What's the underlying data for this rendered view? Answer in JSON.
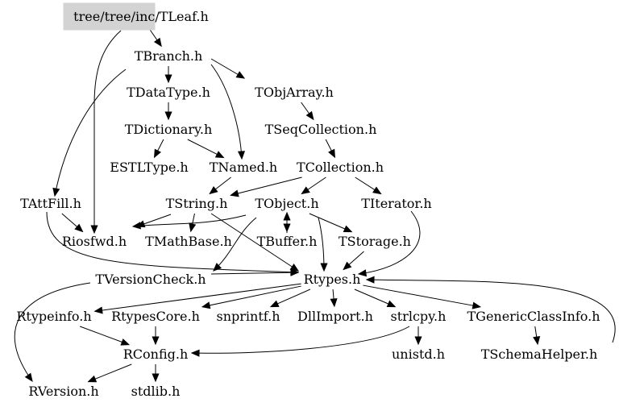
{
  "graph": {
    "root": "tree/tree/inc/TLeaf.h",
    "root_fill": "#d3d3d3",
    "nodes": [
      {
        "id": "tleaf",
        "label": "tree/tree/inc/TLeaf.h"
      },
      {
        "id": "tbranch",
        "label": "TBranch.h"
      },
      {
        "id": "tdatatype",
        "label": "TDataType.h"
      },
      {
        "id": "tobjarray",
        "label": "TObjArray.h"
      },
      {
        "id": "tdictionary",
        "label": "TDictionary.h"
      },
      {
        "id": "tseqcollection",
        "label": "TSeqCollection.h"
      },
      {
        "id": "estltype",
        "label": "ESTLType.h"
      },
      {
        "id": "tnamed",
        "label": "TNamed.h"
      },
      {
        "id": "tcollection",
        "label": "TCollection.h"
      },
      {
        "id": "tattfill",
        "label": "TAttFill.h"
      },
      {
        "id": "tstring",
        "label": "TString.h"
      },
      {
        "id": "tobject",
        "label": "TObject.h"
      },
      {
        "id": "titerator",
        "label": "TIterator.h"
      },
      {
        "id": "riosfwd",
        "label": "Riosfwd.h"
      },
      {
        "id": "tmathbase",
        "label": "TMathBase.h"
      },
      {
        "id": "tbuffer",
        "label": "TBuffer.h"
      },
      {
        "id": "tstorage",
        "label": "TStorage.h"
      },
      {
        "id": "tversioncheck",
        "label": "TVersionCheck.h"
      },
      {
        "id": "rtypes",
        "label": "Rtypes.h"
      },
      {
        "id": "rtypeinfo",
        "label": "Rtypeinfo.h"
      },
      {
        "id": "rtypescore",
        "label": "RtypesCore.h"
      },
      {
        "id": "snprintf",
        "label": "snprintf.h"
      },
      {
        "id": "dllimport",
        "label": "DllImport.h"
      },
      {
        "id": "strlcpy",
        "label": "strlcpy.h"
      },
      {
        "id": "tgenericclassinfo",
        "label": "TGenericClassInfo.h"
      },
      {
        "id": "rconfig",
        "label": "RConfig.h"
      },
      {
        "id": "unistd",
        "label": "unistd.h"
      },
      {
        "id": "tschemahelper",
        "label": "TSchemaHelper.h"
      },
      {
        "id": "rversion",
        "label": "RVersion.h"
      },
      {
        "id": "stdlib",
        "label": "stdlib.h"
      }
    ],
    "edges": [
      [
        "tleaf",
        "tbranch"
      ],
      [
        "tleaf",
        "riosfwd"
      ],
      [
        "tbranch",
        "tdatatype"
      ],
      [
        "tbranch",
        "tobjarray"
      ],
      [
        "tbranch",
        "tnamed"
      ],
      [
        "tbranch",
        "tattfill"
      ],
      [
        "tdatatype",
        "tdictionary"
      ],
      [
        "tdictionary",
        "estltype"
      ],
      [
        "tdictionary",
        "tnamed"
      ],
      [
        "tobjarray",
        "tseqcollection"
      ],
      [
        "tseqcollection",
        "tcollection"
      ],
      [
        "tcollection",
        "tstring"
      ],
      [
        "tcollection",
        "tobject"
      ],
      [
        "tcollection",
        "titerator"
      ],
      [
        "tnamed",
        "tstring"
      ],
      [
        "tattfill",
        "riosfwd"
      ],
      [
        "tattfill",
        "rtypes"
      ],
      [
        "tstring",
        "riosfwd"
      ],
      [
        "tstring",
        "tmathbase"
      ],
      [
        "tstring",
        "rtypes"
      ],
      [
        "tobject",
        "riosfwd"
      ],
      [
        "tobject",
        "tbuffer"
      ],
      [
        "tobject",
        "tstorage"
      ],
      [
        "tobject",
        "tversioncheck"
      ],
      [
        "tobject",
        "rtypes"
      ],
      [
        "titerator",
        "rtypes"
      ],
      [
        "tbuffer",
        "tobject"
      ],
      [
        "tstorage",
        "rtypes"
      ],
      [
        "tversioncheck",
        "rtypes"
      ],
      [
        "tversioncheck",
        "rversion"
      ],
      [
        "rtypes",
        "rtypeinfo"
      ],
      [
        "rtypes",
        "rtypescore"
      ],
      [
        "rtypes",
        "snprintf"
      ],
      [
        "rtypes",
        "dllimport"
      ],
      [
        "rtypes",
        "strlcpy"
      ],
      [
        "rtypes",
        "tgenericclassinfo"
      ],
      [
        "rtypeinfo",
        "rconfig"
      ],
      [
        "rtypescore",
        "rconfig"
      ],
      [
        "strlcpy",
        "rconfig"
      ],
      [
        "strlcpy",
        "unistd"
      ],
      [
        "tgenericclassinfo",
        "tschemahelper"
      ],
      [
        "tschemahelper",
        "rtypes"
      ],
      [
        "rconfig",
        "rversion"
      ],
      [
        "rconfig",
        "stdlib"
      ]
    ]
  }
}
